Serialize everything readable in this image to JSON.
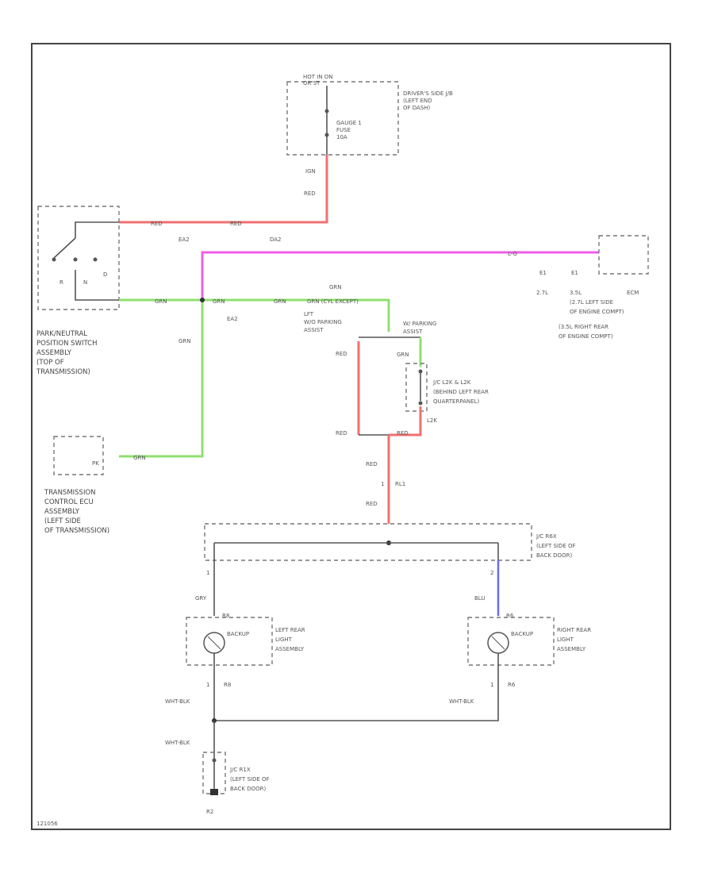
{
  "figure_id": "121056",
  "fuse_box": {
    "hot_label": [
      "HOT IN ON",
      "OR ST"
    ],
    "fuse_label": [
      "GAUGE 1",
      "FUSE",
      "10A"
    ],
    "location": [
      "DRIVER'S SIDE J/B",
      "(LEFT END",
      "OF DASH)"
    ]
  },
  "wires": {
    "ign": "IGN",
    "red": "RED",
    "ea2": "EA2",
    "da2": "DA2",
    "grn": "GRN",
    "lg": "L-G",
    "grn_cyl": "GRN (CYL EXCEPT)",
    "gry": "GRY",
    "blu": "BLU",
    "wht_blk": "WHT-BLK",
    "e1": "E1",
    "pk": "PK",
    "l2k": "L2K",
    "rl1": "RL1",
    "r8": "R8",
    "r6": "R6",
    "r2": "R2"
  },
  "switch": {
    "pins": [
      "R",
      "N",
      "D"
    ],
    "label": [
      "PARK/NEUTRAL",
      "POSITION SWITCH",
      "ASSEMBLY",
      "(TOP OF",
      "TRANSMISSION)"
    ]
  },
  "ecm": {
    "variants": [
      "2.7L",
      "3.5L",
      "ECM"
    ],
    "label": [
      "(2.7L LEFT SIDE",
      "OF ENGINE COMPT)",
      "(3.5L RIGHT REAR",
      "OF ENGINE COMPT)"
    ]
  },
  "parking": {
    "lft": [
      "LFT",
      "W/O PARKING",
      "ASSIST"
    ],
    "with": [
      "W/ PARKING",
      "ASSIST"
    ],
    "jc": [
      "J/C L2K & L2K",
      "(BEHIND LEFT REAR",
      "QUARTERPANEL)"
    ]
  },
  "tcu": {
    "label": [
      "TRANSMISSION",
      "CONTROL ECU",
      "ASSEMBLY",
      "(LEFT SIDE",
      "OF TRANSMISSION)"
    ]
  },
  "jc_r6": {
    "label": [
      "J/C R6X",
      "(LEFT SIDE OF",
      "BACK DOOR)"
    ]
  },
  "left_lamp": {
    "inner": "BACKUP",
    "label": [
      "LEFT REAR",
      "LIGHT",
      "ASSEMBLY"
    ]
  },
  "right_lamp": {
    "inner": "BACKUP",
    "label": [
      "RIGHT REAR",
      "LIGHT",
      "ASSEMBLY"
    ]
  },
  "ground_jc": {
    "label": [
      "J/C R1X",
      "(LEFT SIDE OF",
      "BACK DOOR)"
    ]
  },
  "colors": {
    "red": "#f07070",
    "green": "#8fe06f",
    "magenta": "#ee5ee8",
    "blue": "#6a6aef"
  }
}
